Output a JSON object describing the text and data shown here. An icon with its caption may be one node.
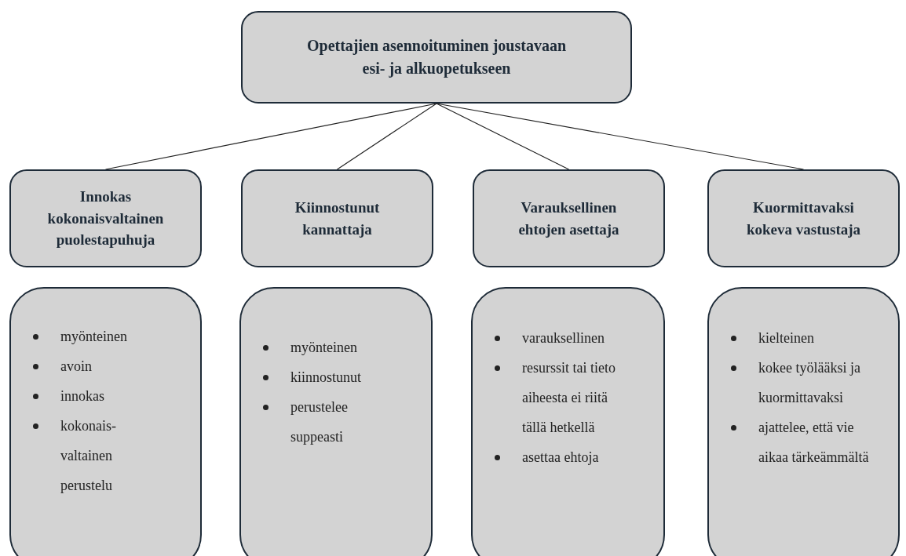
{
  "diagram": {
    "nodes": [
      {
        "text": [
          "Opettajien asennoituminen joustavaan esi- ja alkuopetukseen"
        ]
      },
      {
        "text": [
          "Innokas kokonaisvaltainen puolestapuhuja"
        ]
      },
      {
        "text": [
          "Kiinnostunut kannattaja"
        ]
      },
      {
        "text": [
          "Varauksellinen ehtojen asettaja"
        ]
      },
      {
        "text": [
          "Kuormittavaksi kokeva vastustaja"
        ]
      },
      {
        "text": [
          "myönteinen",
          "avoin",
          "innokas",
          "kokonais- valtainen perustelu"
        ]
      },
      {
        "text": [
          "myönteinen",
          "kiinnostunut",
          "perustelee suppeasti"
        ]
      },
      {
        "text": [
          "varauksellinen",
          "resurssit tai tieto aiheesta ei riitä tällä hetkellä",
          "asettaa ehtoja"
        ]
      },
      {
        "text": [
          "kielteinen",
          "kokee työlääksi ja kuormittavaksi",
          "ajattelee, että vie aikaa tärkeämmältä"
        ]
      }
    ],
    "edges": [
      {
        "from": 0,
        "to": 1,
        "arrow": "none"
      },
      {
        "from": 0,
        "to": 2,
        "arrow": "none"
      },
      {
        "from": 0,
        "to": 3,
        "arrow": "none"
      },
      {
        "from": 0,
        "to": 4,
        "arrow": "none"
      }
    ]
  }
}
